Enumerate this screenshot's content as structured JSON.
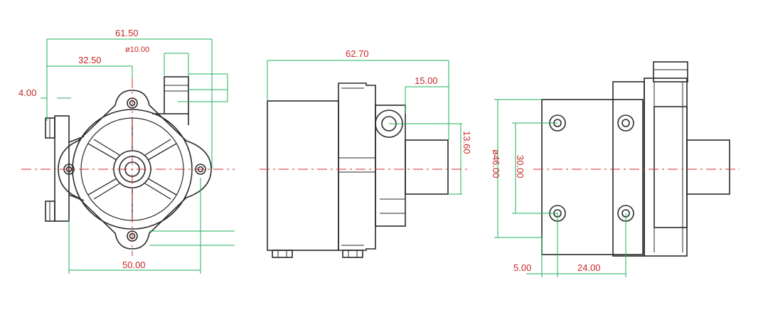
{
  "colors": {
    "outline": "#2a2a2a",
    "outline_light": "#6b6b6b",
    "dimension_line": "#1db25a",
    "dimension_text": "#c62828",
    "center_line": "#d32f2f",
    "background": "#ffffff"
  },
  "views": {
    "front": {
      "dims": {
        "overall_width": "61.50",
        "port_diameter": "ø10.00",
        "center_offset": "32.50",
        "flange_offset": "4.00",
        "mount_spacing": "50.00"
      }
    },
    "side": {
      "dims": {
        "overall_length": "62.70",
        "outlet_length": "15.00",
        "height_label": "13.60"
      }
    },
    "back": {
      "dims": {
        "body_diameter": "ø46.00",
        "hole_spacing_v": "30.00",
        "edge_offset": "5.00",
        "hole_spacing_h": "24.00"
      }
    }
  }
}
